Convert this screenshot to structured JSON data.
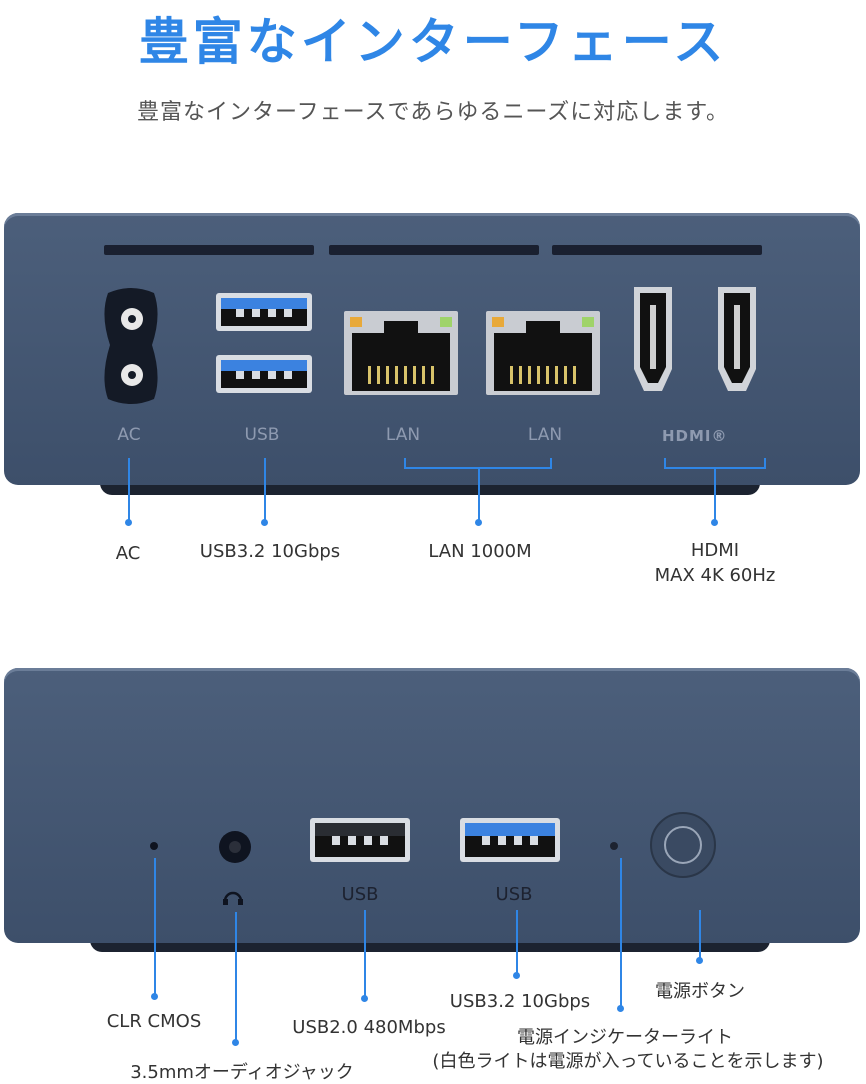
{
  "title": "豊富なインターフェース",
  "subtitle": "豊富なインターフェースであらゆるニーズに対応します。",
  "back_panel": {
    "port_labels": {
      "ac": "AC",
      "usb": "USB",
      "lan1": "LAN",
      "lan2": "LAN",
      "hdmi": "HDMI®"
    },
    "callouts": {
      "ac": "AC",
      "usb": "USB3.2 10Gbps",
      "lan": "LAN 1000M",
      "hdmi_line1": "HDMI",
      "hdmi_line2": "MAX 4K 60Hz"
    }
  },
  "front_panel": {
    "port_labels": {
      "usb_a": "USB",
      "usb_b": "USB"
    },
    "callouts": {
      "clr_cmos": "CLR CMOS",
      "audio_jack": "3.5mmオーディオジャック",
      "usb20": "USB2.0 480Mbps",
      "usb32": "USB3.2 10Gbps",
      "power_button": "電源ボタン",
      "indicator_line1": "電源インジケーターライト",
      "indicator_line2": "(白色ライトは電源が入っていることを示します)"
    }
  },
  "colors": {
    "accent": "#2f86e6",
    "device_body": "#44566f",
    "usb3_blue": "#3b82e0"
  }
}
